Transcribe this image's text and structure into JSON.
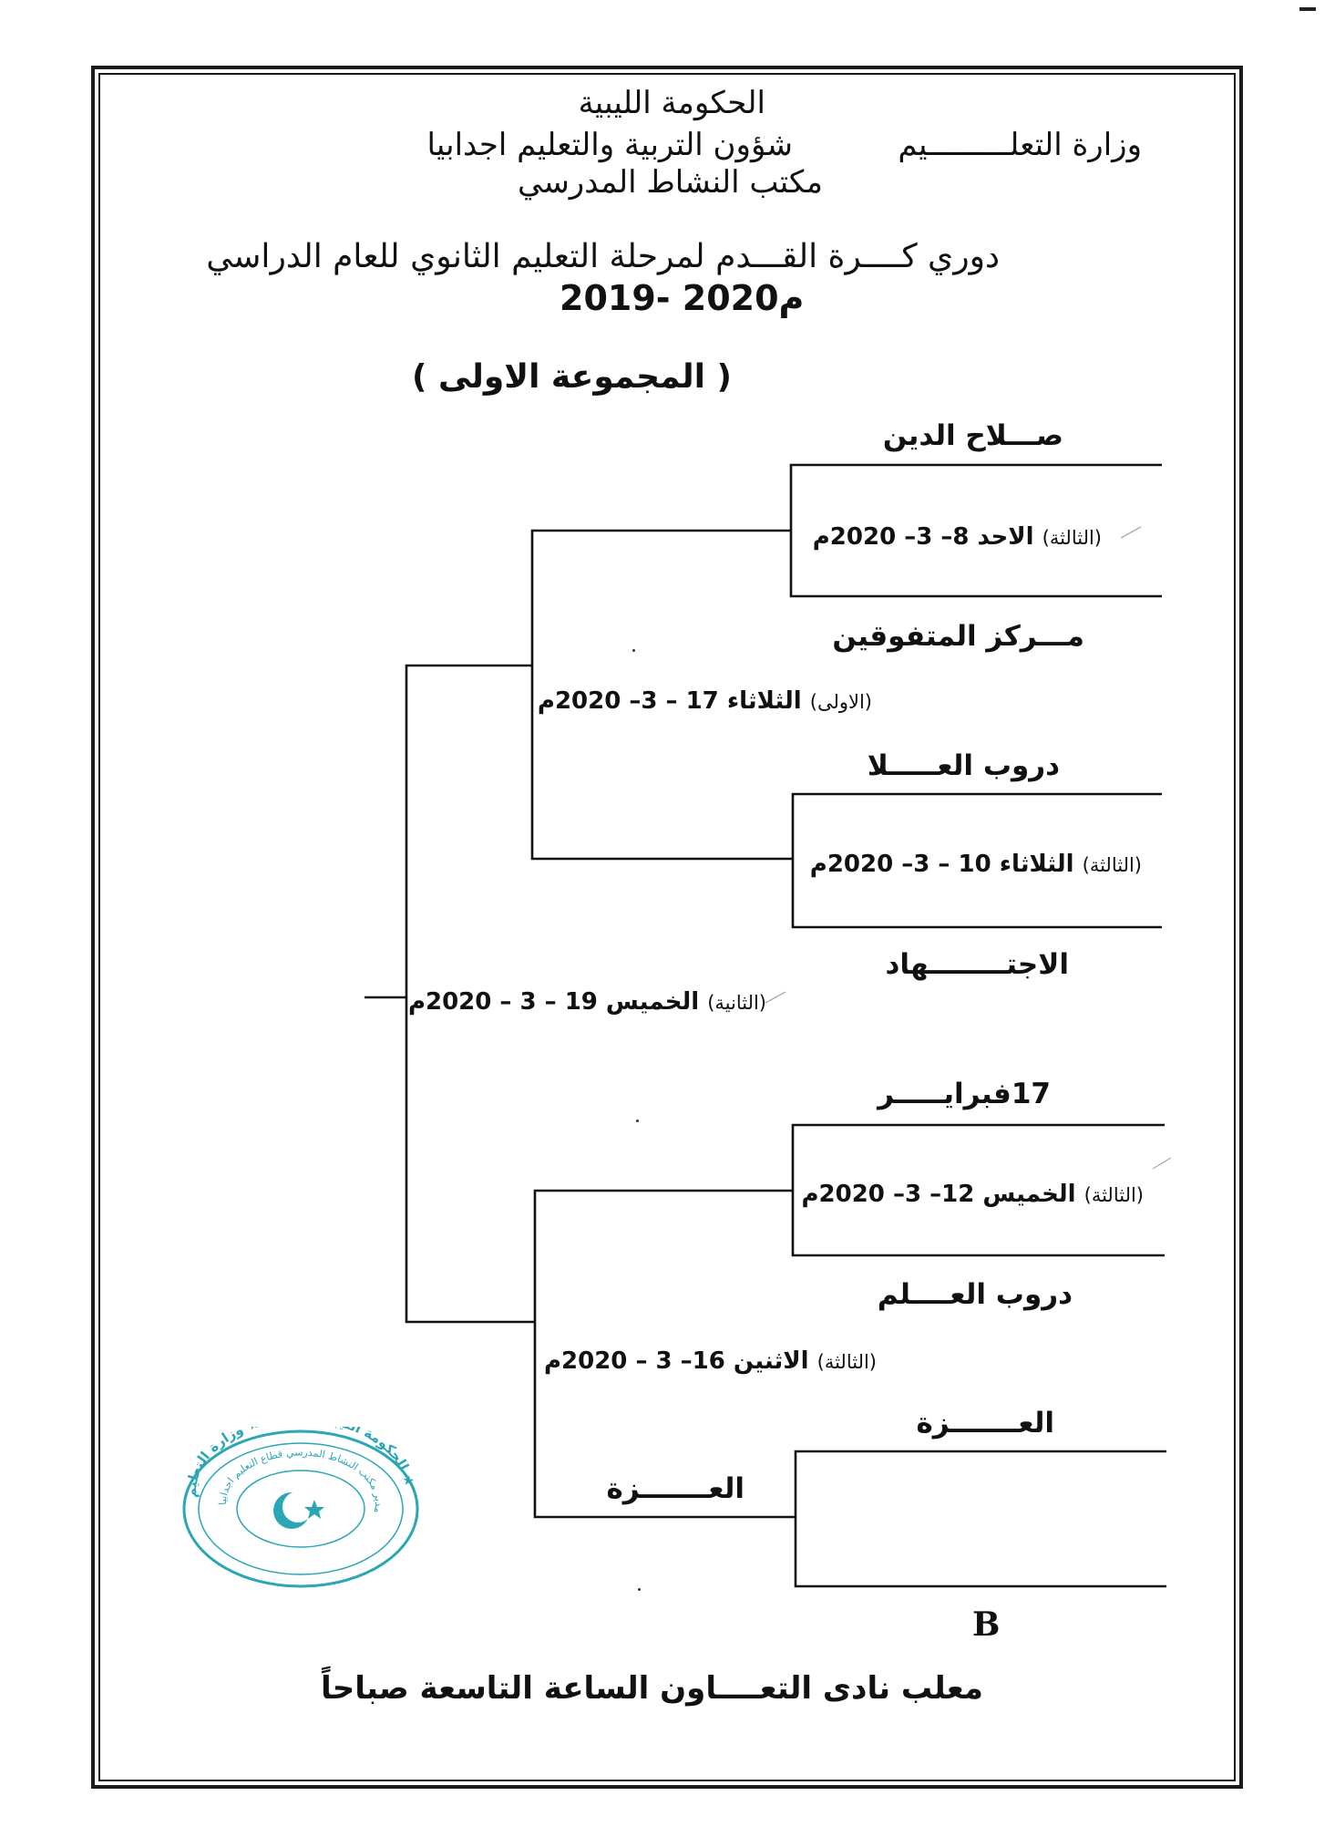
{
  "header": {
    "government": "الحكومة الليبية",
    "ministry": "وزارة التعلـــــــــيم",
    "affairs": "شؤون التربية والتعليم اجدابيا",
    "office": "مكتب النشاط المدرسي"
  },
  "title": {
    "line1": "دوري كــــرة القـــدم   لمرحلة التعليم الثانوي للعام الدراسي",
    "year": "2019- 2020م"
  },
  "group": "( المجموعة الاولى )",
  "teams": {
    "t1": "صـــلاح الدين",
    "t2": "مـــركز المتفوقين",
    "t3": "دروب العـــــلا",
    "t4": "الاجتــــــــهاد",
    "t5": "17فبرايـــــر",
    "t6": "دروب العــــلم",
    "t7": "العـــــــزة",
    "t8": "العـــــــزة"
  },
  "matches": {
    "m1": {
      "round": "(الثالثة)",
      "date": "الاحد 8– 3– 2020م"
    },
    "m2": {
      "round": "(الاولى)",
      "date": "الثلاثاء 17 – 3– 2020م"
    },
    "m3": {
      "round": "(الثالثة)",
      "date": "الثلاثاء 10 – 3– 2020م"
    },
    "m4": {
      "round": "(الثانية)",
      "date": "الخميس 19 – 3 – 2020م"
    },
    "m5": {
      "round": "(الثالثة)",
      "date": "الخميس 12– 3– 2020م"
    },
    "m6": {
      "round": "(الثالثة)",
      "date": "الاثنين  16– 3 – 2020م"
    }
  },
  "bracket_label": "B",
  "footer": "معلب نادى التعــــاون  الساعة التاسعة صباحاً",
  "stamp": {
    "outer_text": "الحكومة الليبية المؤقتة ★ وزارة التعليم ★",
    "inner_text": "مدير مكتب النشاط المدرسي قطاع التعليم اجدابيا",
    "color": "#2aa6b4"
  }
}
